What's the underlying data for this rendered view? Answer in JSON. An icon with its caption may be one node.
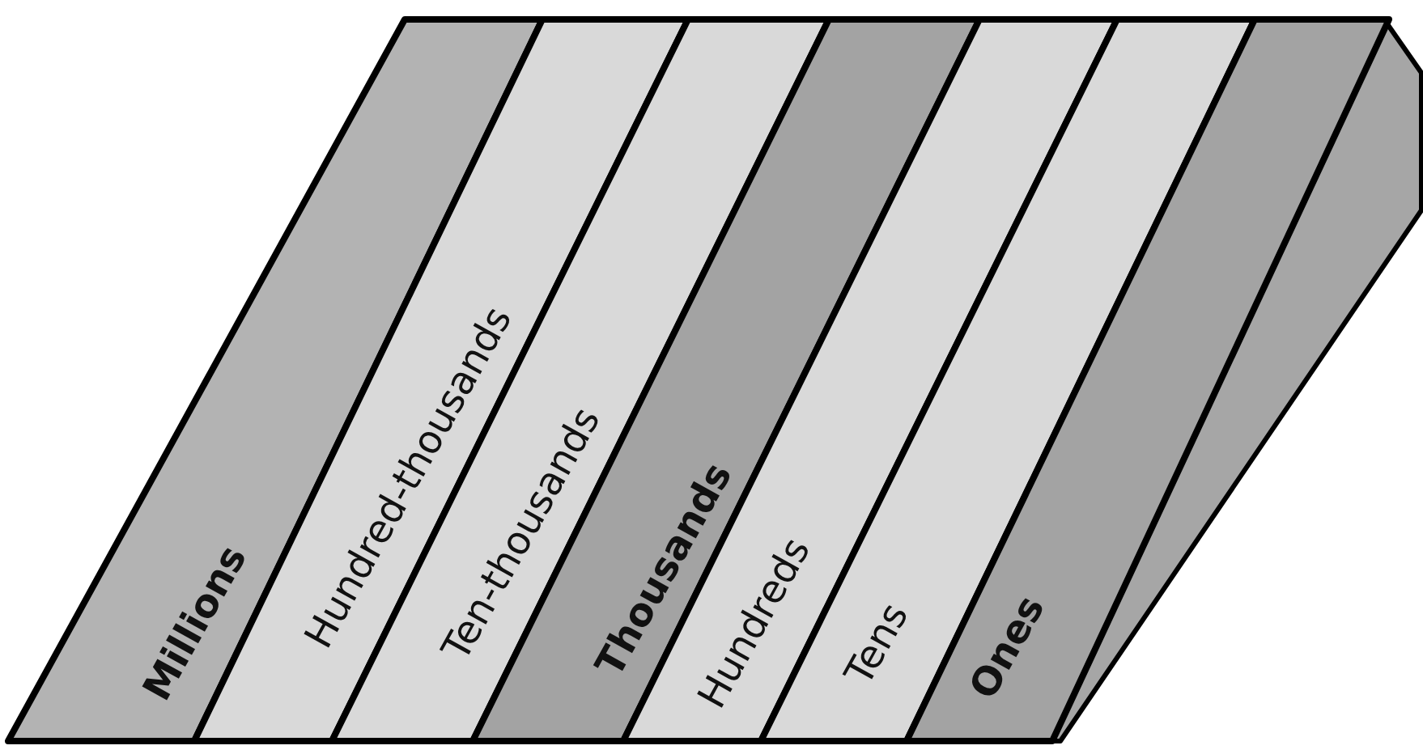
{
  "diagram": {
    "nodes": [
      {
        "text": [
          "Millions"
        ]
      },
      {
        "text": [
          "Hundred-thousands"
        ]
      },
      {
        "text": [
          "Ten-thousands"
        ]
      },
      {
        "text": [
          "Thousands"
        ]
      },
      {
        "text": [
          "Hundreds"
        ]
      },
      {
        "text": [
          "Tens"
        ]
      },
      {
        "text": [
          "Ones"
        ]
      }
    ]
  }
}
